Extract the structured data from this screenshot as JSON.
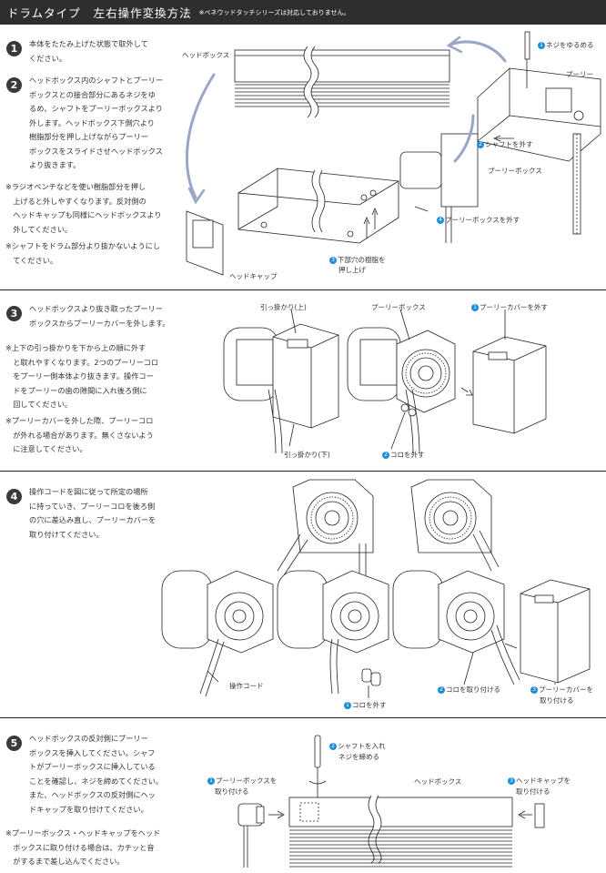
{
  "header": {
    "title": "ドラムタイプ",
    "subtitle": "左右操作変換方法",
    "note": "※ベネウッドタッチシリーズは対応しておりません。"
  },
  "colors": {
    "accent": "#1b8fd6",
    "header_bg": "#2e2e2e",
    "arrow": "#9aa5c8"
  },
  "section1": {
    "step1_num": "1",
    "step1_text": "本体をたたみ上げた状態で取外して\nください。",
    "step2_num": "2",
    "step2_text": "ヘッドボックス内のシャフトとプーリー\nボックスとの接合部分にあるネジをゆ\nるめ、シャフトをプーリーボックスより\n外します。ヘッドボックス下側穴より\n樹脂部分を押し上げながらプーリー\nボックスをスライドさせヘッドボックス\nより抜きます。",
    "note1": "※ラジオペンチなどを使い樹脂部分を押し\n　上げると外しやすくなります。反対側の\n　ヘッドキャップも同様にヘッドボックスより\n　外してください。",
    "note2": "※シャフトをドラム部分より抜かないようにし\n　てください。",
    "labels": {
      "headbox": "ヘッドボックス",
      "loosen_screw_n": "1",
      "loosen_screw": "ネジをゆるめる",
      "pulley": "プーリー",
      "remove_shaft_n": "2",
      "remove_shaft": "シャフトを外す",
      "pulley_box": "プーリーボックス",
      "remove_pulley_box_n": "4",
      "remove_pulley_box": "プーリーボックスを外す",
      "push_resin_n": "3",
      "push_resin_1": "下部穴の樹脂を",
      "push_resin_2": "押し上げ",
      "headcap": "ヘッドキャップ"
    }
  },
  "section2": {
    "num": "3",
    "text": "ヘッドボックスより抜き取ったプーリー\nボックスからプーリーカバーを外します。",
    "note1": "※上下の引っ掛かりを下から上の順に外す\n　と取れやすくなります。2つのプーリーコロ\n　をプーリー側本体より抜きます。操作コー\n　ドをプーリーの歯の隙間に入れ後ろ側に\n　回してください。",
    "note2": "※プーリーカバーを外した際、プーリーコロ\n　が外れる場合があります。無くさないよう\n　に注意してください。",
    "labels": {
      "hook_top": "引っ掛かり(上)",
      "pulley_box": "プーリーボックス",
      "remove_cover_n": "1",
      "remove_cover": "プーリーカバーを外す",
      "hook_bottom": "引っ掛かり(下)",
      "remove_roller_n": "2",
      "remove_roller": "コロを外す"
    }
  },
  "section3": {
    "num": "4",
    "text": "操作コードを図に従って所定の場所\nに持っていき、プーリーコロを後ろ側\nの穴に差込み直し、プーリーカバーを\n取り付けてください。",
    "labels": {
      "cord": "操作コード",
      "remove_roller_n": "1",
      "remove_roller": "コロを外す",
      "attach_roller_n": "2",
      "attach_roller": "コロを取り付ける",
      "attach_cover_n": "3",
      "attach_cover_1": "プーリーカバーを",
      "attach_cover_2": "取り付ける"
    }
  },
  "section4": {
    "num": "5",
    "text": "ヘッドボックスの反対側にプーリー\nボックスを挿入してください。シャフ\nトがプーリーボックスに挿入している\nことを確認し、ネジを締めてください。\nまた、ヘッドボックスの反対側にヘッ\nドキャップを取り付けてください。",
    "note": "※プーリーボックス・ヘッドキャップをヘッド\n　ボックスに取り付ける場合は、カチッと音\n　がするまで差し込んでください。",
    "labels": {
      "attach_pulley_n": "1",
      "attach_pulley_1": "プーリーボックスを",
      "attach_pulley_2": "取り付ける",
      "shaft_screw_n": "2",
      "shaft_screw_1": "シャフトを入れ",
      "shaft_screw_2": "ネジを締める",
      "headbox": "ヘッドボックス",
      "attach_cap_n": "3",
      "attach_cap_1": "ヘッドキャップを",
      "attach_cap_2": "取り付ける"
    }
  }
}
